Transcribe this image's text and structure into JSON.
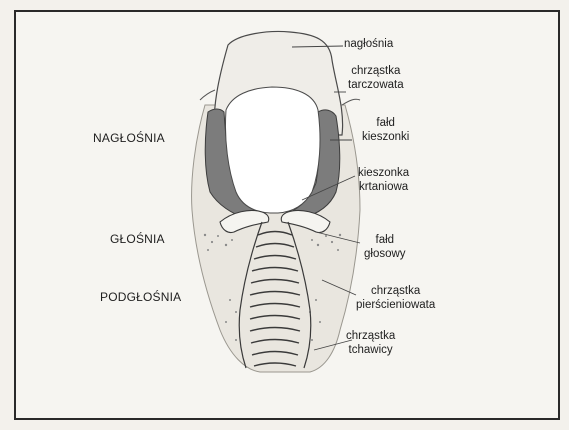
{
  "figure": {
    "regions": {
      "supraglottis": "NAGŁOŚNIA",
      "glottis": "GŁOŚNIA",
      "subglottis": "PODGŁOŚNIA"
    },
    "labels": {
      "epiglottis": "nagłośnia",
      "thyroid_cartilage": [
        "chrząstka",
        "tarczowata"
      ],
      "ventricular_fold": [
        "fałd",
        "kieszonki"
      ],
      "laryngeal_ventricle": [
        "kieszonka",
        "krtaniowa"
      ],
      "vocal_fold": [
        "fałd",
        "głosowy"
      ],
      "cricoid_cartilage": [
        "chrząstka",
        "pierścieniowata"
      ],
      "tracheal_cartilage": [
        "chrząstka",
        "tchawicy"
      ]
    }
  }
}
